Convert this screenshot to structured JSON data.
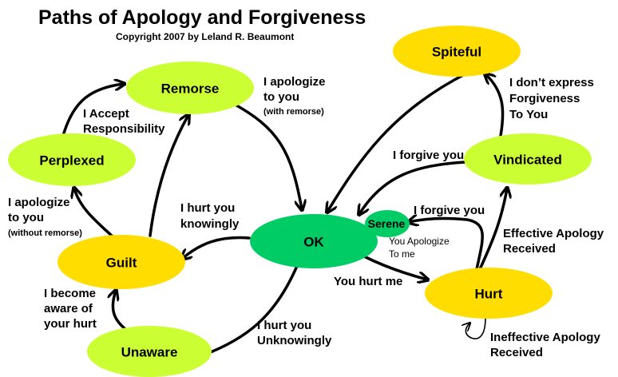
{
  "title": "Paths of Apology and Forgiveness",
  "subtitle": "Copyright 2007 by Leland R. Beaumont",
  "colors": {
    "yellow_green": "#CCFF33",
    "yellow": "#FFDD00",
    "green": "#00CC66",
    "arrow": "#000000"
  },
  "nodes": {
    "remorse": {
      "label": "Remorse",
      "color": "#CCFF33"
    },
    "perplexed": {
      "label": "Perplexed",
      "color": "#CCFF33"
    },
    "guilt": {
      "label": "Guilt",
      "color": "#FFDD00"
    },
    "unaware": {
      "label": "Unaware",
      "color": "#CCFF33"
    },
    "ok": {
      "label": "OK",
      "color": "#00CC66"
    },
    "serene": {
      "label": "Serene",
      "color": "#00CC66"
    },
    "spiteful": {
      "label": "Spiteful",
      "color": "#FFDD00"
    },
    "vindicated": {
      "label": "Vindicated",
      "color": "#CCFF33"
    },
    "hurt": {
      "label": "Hurt",
      "color": "#FFDD00"
    }
  },
  "edges": {
    "apologize_with_remorse": {
      "lines": [
        "I apologize",
        "to you"
      ],
      "note": "(with remorse)"
    },
    "accept_responsibility": {
      "lines": [
        "I Accept",
        "Responsibility"
      ]
    },
    "apologize_without_remorse": {
      "lines": [
        "I apologize",
        "to you"
      ],
      "note": "(without remorse)"
    },
    "hurt_knowingly": {
      "lines": [
        "I hurt you",
        "knowingly"
      ]
    },
    "become_aware": {
      "lines": [
        "I become",
        "aware of",
        "your hurt"
      ]
    },
    "hurt_unknowingly": {
      "lines": [
        "I hurt you",
        "Unknowingly"
      ]
    },
    "you_hurt_me": {
      "lines": [
        "You hurt me"
      ]
    },
    "you_apologize": {
      "lines": [
        "You Apologize",
        "To me"
      ]
    },
    "forgive_from_hurt": {
      "lines": [
        "I forgive you"
      ]
    },
    "forgive_from_vindicated": {
      "lines": [
        "I forgive you"
      ]
    },
    "dont_express": {
      "lines": [
        "I don’t express",
        "Forgiveness",
        "To You"
      ]
    },
    "effective_apology": {
      "lines": [
        "Effective Apology",
        "Received"
      ]
    },
    "ineffective_apology": {
      "lines": [
        "Ineffective Apology",
        "Received"
      ]
    }
  }
}
